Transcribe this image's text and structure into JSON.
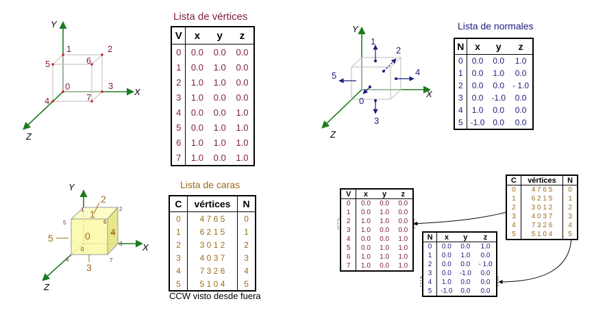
{
  "vertex_list": {
    "title": "Lista de vértices",
    "headers": [
      "V",
      "x",
      "y",
      "z"
    ],
    "rows": [
      [
        "0",
        "0.0",
        "0.0",
        "0.0"
      ],
      [
        "1",
        "0.0",
        "1.0",
        "0.0"
      ],
      [
        "2",
        "1.0",
        "1.0",
        "0.0"
      ],
      [
        "3",
        "1.0",
        "0.0",
        "0.0"
      ],
      [
        "4",
        "0.0",
        "0.0",
        "1.0"
      ],
      [
        "5",
        "0.0",
        "1.0",
        "1.0"
      ],
      [
        "6",
        "1.0",
        "1.0",
        "1.0"
      ],
      [
        "7",
        "1.0",
        "0.0",
        "1.0"
      ]
    ]
  },
  "normal_list": {
    "title": "Lista de normales",
    "headers": [
      "N",
      "x",
      "y",
      "z"
    ],
    "rows": [
      [
        "0",
        "0.0",
        "0.0",
        "1.0"
      ],
      [
        "1",
        "0.0",
        "1.0",
        "0.0"
      ],
      [
        "2",
        "0.0",
        "0.0",
        "- 1.0"
      ],
      [
        "3",
        "0.0",
        "-1.0",
        "0.0"
      ],
      [
        "4",
        "1.0",
        "0.0",
        "0.0"
      ],
      [
        "5",
        "-1.0",
        "0.0",
        "0.0"
      ]
    ]
  },
  "face_list": {
    "title": "Lista de caras",
    "headers": [
      "C",
      "vértices",
      "N"
    ],
    "rows": [
      [
        "0",
        "4 7 6 5",
        "0"
      ],
      [
        "1",
        "6 2 1 5",
        "1"
      ],
      [
        "2",
        "3 0 1 2",
        "2"
      ],
      [
        "3",
        "4 0 3 7",
        "3"
      ],
      [
        "4",
        "7 3 2 6",
        "4"
      ],
      [
        "5",
        "5 1 0 4",
        "5"
      ]
    ],
    "caption": "CCW visto desde fuera"
  },
  "mini_vertex_list": {
    "headers": [
      "V",
      "x",
      "y",
      "z"
    ],
    "rows": [
      [
        "0",
        "0.0",
        "0.0",
        "0.0"
      ],
      [
        "1",
        "0.0",
        "1.0",
        "0.0"
      ],
      [
        "2",
        "1.0",
        "1.0",
        "0.0"
      ],
      [
        "3",
        "1.0",
        "0.0",
        "0.0"
      ],
      [
        "4",
        "0.0",
        "0.0",
        "1.0"
      ],
      [
        "5",
        "0.0",
        "1.0",
        "1.0"
      ],
      [
        "6",
        "1.0",
        "1.0",
        "1.0"
      ],
      [
        "7",
        "1.0",
        "0.0",
        "1.0"
      ]
    ]
  },
  "mini_normal_list": {
    "headers": [
      "N",
      "x",
      "y",
      "z"
    ],
    "rows": [
      [
        "0",
        "0.0",
        "0.0",
        "1.0"
      ],
      [
        "1",
        "0.0",
        "1.0",
        "0.0"
      ],
      [
        "2",
        "0.0",
        "0.0",
        "- 1.0"
      ],
      [
        "3",
        "0.0",
        "-1.0",
        "0.0"
      ],
      [
        "4",
        "1.0",
        "0.0",
        "0.0"
      ],
      [
        "5",
        "-1.0",
        "0.0",
        "0.0"
      ]
    ]
  },
  "mini_face_list": {
    "headers": [
      "C",
      "vértices",
      "N"
    ],
    "rows": [
      [
        "0",
        "4 7 6 5",
        "0"
      ],
      [
        "1",
        "6 2 1 5",
        "1"
      ],
      [
        "2",
        "3 0 1 2",
        "2"
      ],
      [
        "3",
        "4 0 3 7",
        "3"
      ],
      [
        "4",
        "7 3 2 6",
        "4"
      ],
      [
        "5",
        "5 1 0 4",
        "5"
      ]
    ]
  },
  "axes": {
    "x": "X",
    "y": "Y",
    "z": "Z"
  },
  "cube_vertex_labels": [
    "0",
    "1",
    "2",
    "3",
    "4",
    "5",
    "6",
    "7"
  ],
  "normal_labels": [
    "0",
    "1",
    "2",
    "3",
    "4",
    "5"
  ],
  "face_labels": [
    "0",
    "1",
    "2",
    "3",
    "4",
    "5"
  ],
  "colors": {
    "vertex_text": "#7d1a3c",
    "normal_text": "#1a1a7d",
    "face_text": "#9a6a18",
    "axis": "#1f7a1f",
    "face_fill": "#fafab0"
  }
}
